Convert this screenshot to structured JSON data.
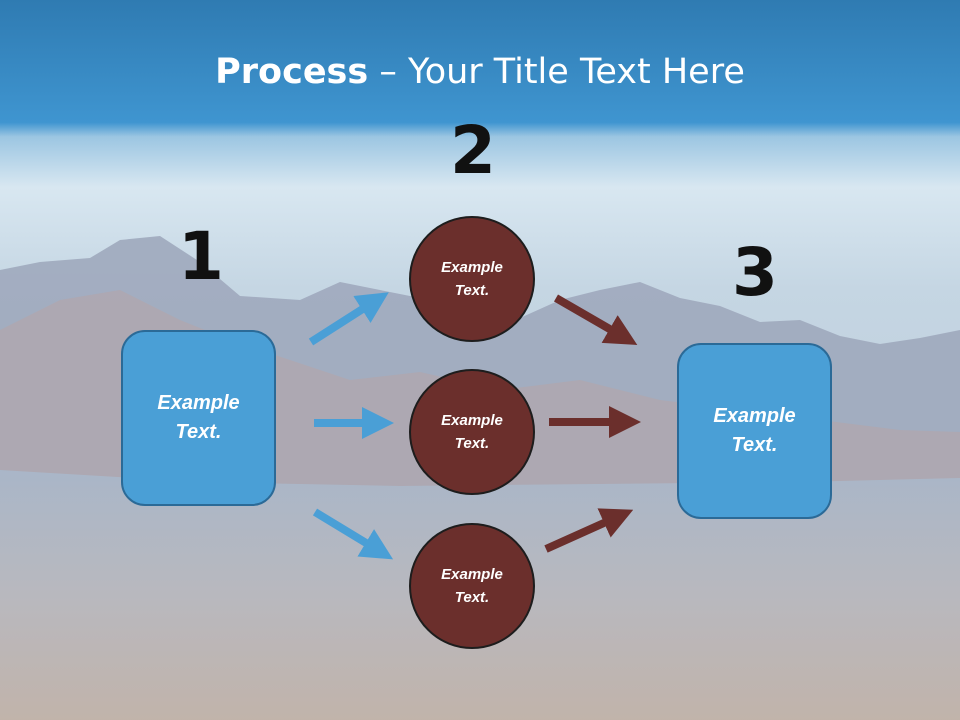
{
  "title": {
    "bold": "Process",
    "rest": " – Your Title Text Here"
  },
  "steps": [
    {
      "number": "1",
      "box_text": "Example Text."
    },
    {
      "number": "2",
      "circles": [
        "Example Text.",
        "Example Text.",
        "Example Text."
      ]
    },
    {
      "number": "3",
      "box_text": "Example Text."
    }
  ],
  "colors": {
    "box": "#4a9fd6",
    "circle": "#6b2f2c",
    "blue_arrow": "#4a9fd6",
    "brown_arrow": "#6b2f2c"
  }
}
